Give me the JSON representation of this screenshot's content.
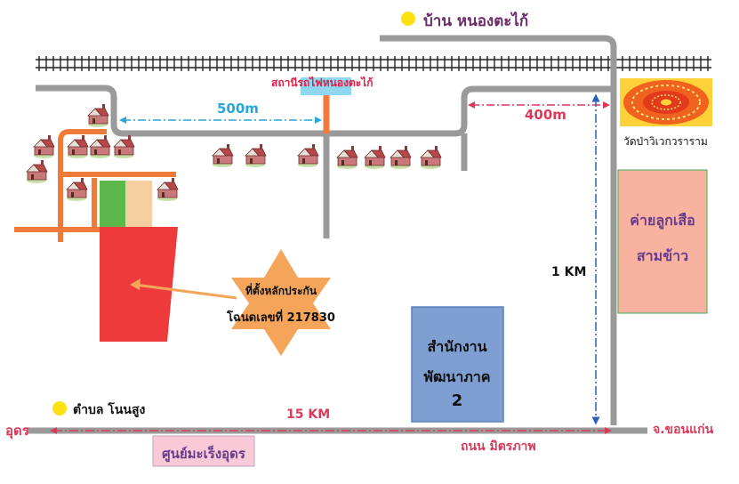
{
  "places": {
    "village_north": "บ้าน หนองตะไก้",
    "station": "สถานีรถไฟหนองตะไก้",
    "temple": "วัดป่าวิเวกวราราม",
    "scout_camp_line1": "ค่ายลูกเสือ",
    "scout_camp_line2": "สามข้าว",
    "office_line1": "สำนักงาน",
    "office_line2": "พัฒนาภาค",
    "office_line3": "2",
    "subdistrict": "ตำบล โนนสูง",
    "udon_left": "อุดร",
    "khonkaen_right": "จ.ขอนแก่น",
    "road_name": "ถนน มิตรภาพ",
    "research_center": "ศูนย์มะเร็งอุดร"
  },
  "collateral": {
    "line1": "ที่ตั้งหลักประกัน",
    "line2": "โฉนดเลขที่ 217830"
  },
  "distances": {
    "station_to_road": "500m",
    "road_to_highway": "400m",
    "north_south": "1 KM",
    "highway_to_udon": "15 KM"
  },
  "colors": {
    "road": "#9a9a9a",
    "orange_road": "#f07a3a",
    "distance_text": "#d93a5a",
    "plot_red": "#ee3a3a",
    "plot_green": "#5cb84a",
    "plot_tan": "#f5cfa0",
    "star": "#f5a55a",
    "office": "#7f9fd2",
    "scout_camp": "#f7b3a0",
    "station_sign": "#8fd6f0",
    "marker_yellow": "#fde010",
    "arrow_cyan": "#2aa7d8",
    "arrow_blue": "#2a5fbf"
  }
}
